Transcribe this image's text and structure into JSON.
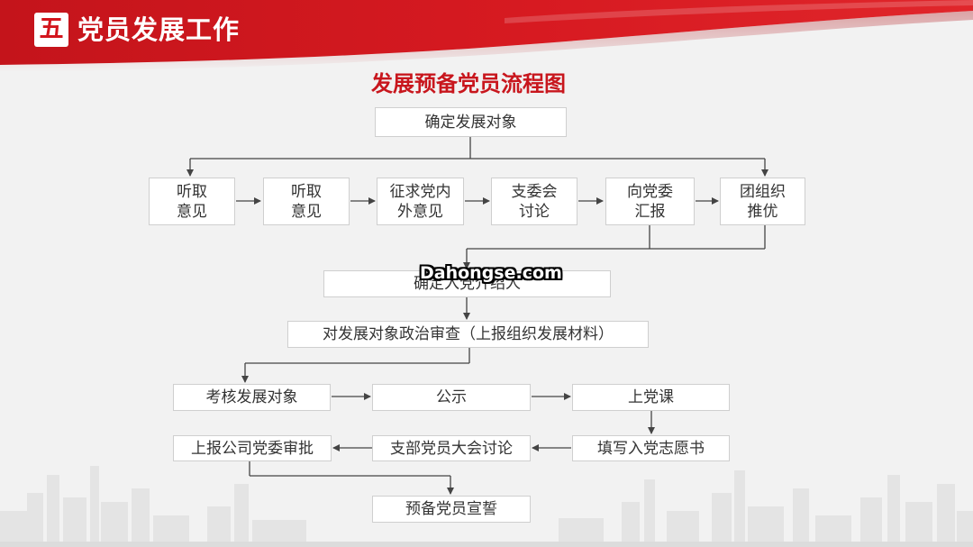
{
  "header": {
    "section_number": "五",
    "section_title": "党员发展工作"
  },
  "diagram_title": "发展预备党员流程图",
  "nodes": {
    "confirm_target": "确定发展对象",
    "row1": [
      {
        "label": "听取\n意见"
      },
      {
        "label": "听取\n意见"
      },
      {
        "label": "征求党内\n外意见"
      },
      {
        "label": "支委会\n讨论"
      },
      {
        "label": "向党委\n汇报"
      },
      {
        "label": "团组织\n推优"
      }
    ],
    "confirm_introducer": "确定入党介绍人",
    "political_review": "对发展对象政治审查（上报组织发展材料）",
    "assess_target": "考核发展对象",
    "publicity": "公示",
    "party_class": "上党课",
    "fill_application": "填写入党志愿书",
    "branch_meeting": "支部党员大会讨论",
    "report_approval": "上报公司党委审批",
    "oath": "预备党员宣誓"
  },
  "watermark": "Dahongse.com",
  "colors": {
    "brand_red": "#d3151d",
    "title_red": "#c8161d",
    "box_border": "#cfcfcf",
    "arrow": "#444444"
  }
}
